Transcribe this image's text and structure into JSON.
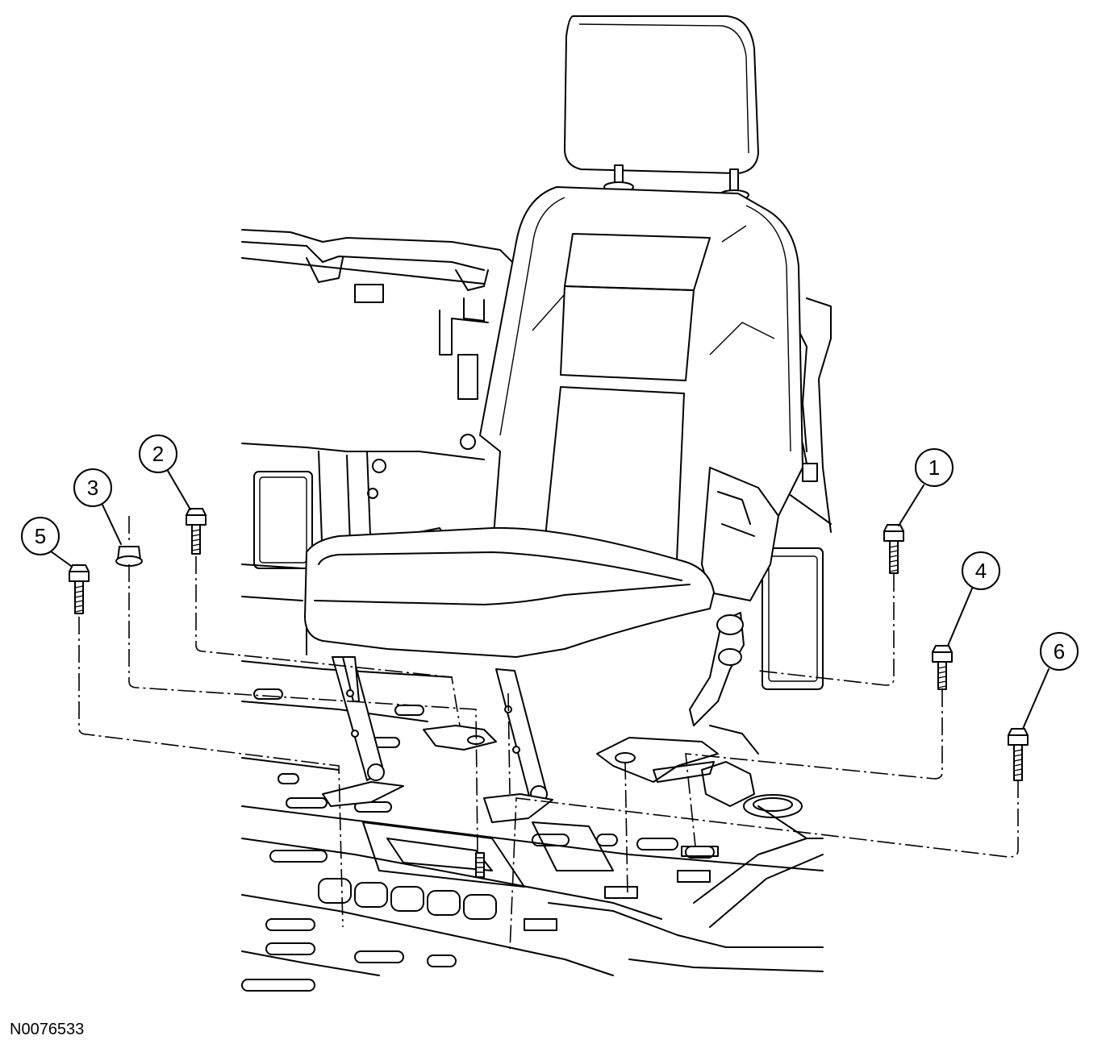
{
  "callouts": [
    {
      "id": "1",
      "label": "1"
    },
    {
      "id": "2",
      "label": "2"
    },
    {
      "id": "3",
      "label": "3"
    },
    {
      "id": "4",
      "label": "4"
    },
    {
      "id": "5",
      "label": "5"
    },
    {
      "id": "6",
      "label": "6"
    }
  ],
  "figure_id": "N0076533"
}
